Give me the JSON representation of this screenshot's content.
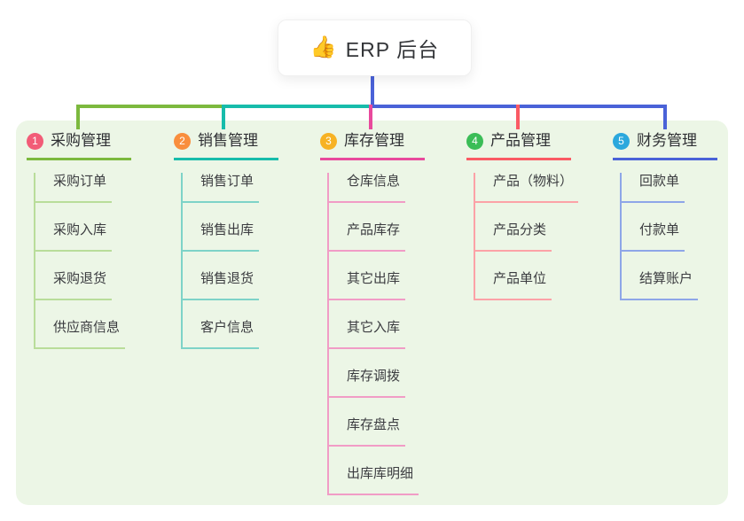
{
  "root": {
    "label": "ERP 后台",
    "emoji": "👍",
    "icon": "thumbs-up-icon"
  },
  "colors": {
    "root_line": "#4a62d8",
    "panel_bg": "#ecf6e6",
    "card_bg": "#ffffff"
  },
  "branches": [
    {
      "index": "1",
      "title": "采购管理",
      "badge_color": "#f25c77",
      "line_color": "#7cb93e",
      "light_color": "#b9dd9a",
      "items": [
        "采购订单",
        "采购入库",
        "采购退货",
        "供应商信息"
      ]
    },
    {
      "index": "2",
      "title": "销售管理",
      "badge_color": "#f98e3d",
      "line_color": "#17bcab",
      "light_color": "#7ed3c8",
      "items": [
        "销售订单",
        "销售出库",
        "销售退货",
        "客户信息"
      ]
    },
    {
      "index": "3",
      "title": "库存管理",
      "badge_color": "#f7b224",
      "line_color": "#e8499c",
      "light_color": "#f19cc6",
      "items": [
        "仓库信息",
        "产品库存",
        "其它出库",
        "其它入库",
        "库存调拨",
        "库存盘点",
        "出库库明细"
      ]
    },
    {
      "index": "4",
      "title": "产品管理",
      "badge_color": "#3bbd57",
      "line_color": "#fa5a64",
      "light_color": "#fca2a7",
      "items": [
        "产品（物料）",
        "产品分类",
        "产品单位"
      ]
    },
    {
      "index": "5",
      "title": "财务管理",
      "badge_color": "#2ba8dd",
      "line_color": "#4a62d8",
      "light_color": "#8ea6e8",
      "items": [
        "回款单",
        "付款单",
        "结算账户"
      ]
    }
  ]
}
